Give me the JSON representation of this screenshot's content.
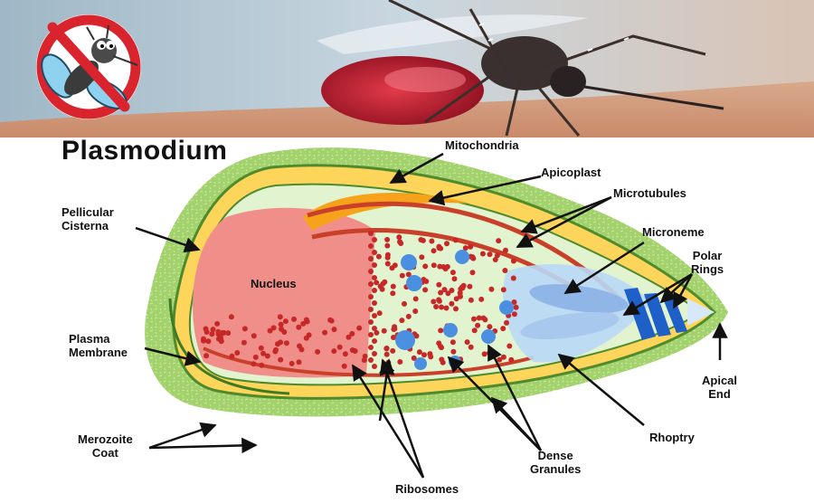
{
  "title": "Plasmodium",
  "labels": {
    "mitochondria": "Mitochondria",
    "apicoplast": "Apicoplast",
    "microtubules": "Microtubules",
    "pellicular_cisterna": "Pellicular\nCisterna",
    "microneme": "Microneme",
    "polar_rings": "Polar\nRings",
    "nucleus": "Nucleus",
    "plasma_membrane": "Plasma\nMembrane",
    "apical_end": "Apical\nEnd",
    "merozoite_coat": "Merozoite\nCoat",
    "rhoptry": "Rhoptry",
    "dense_granules": "Dense\nGranules",
    "ribosomes": "Ribosomes"
  },
  "colors": {
    "coat": "#9ccc65",
    "pellicle": "#fdd55a",
    "cytoplasm": "#e2f3d0",
    "nucleus": "#f08f8a",
    "ribosome": "#c62828",
    "granule": "#4a8fe0",
    "rhoptry": "#b9d8f5",
    "polar_ring": "#1e5fc8",
    "mitochondria": "#f6a21b",
    "microtubule": "#c9402a"
  },
  "icons": {
    "no_mosquito": "prohibited-mosquito-icon"
  }
}
